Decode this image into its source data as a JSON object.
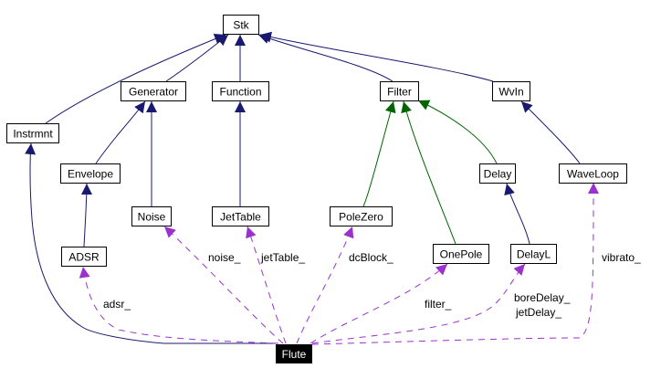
{
  "diagram": {
    "title": "Flute collaboration diagram",
    "colors": {
      "inheritance_public": "#191970",
      "inheritance_protected": "#006400",
      "usage": "#9a32cd",
      "focus_fill": "#000000",
      "focus_text": "#ffffff"
    },
    "nodes": [
      {
        "id": "Stk",
        "label": "Stk"
      },
      {
        "id": "Generator",
        "label": "Generator"
      },
      {
        "id": "Function",
        "label": "Function"
      },
      {
        "id": "Filter",
        "label": "Filter"
      },
      {
        "id": "WvIn",
        "label": "WvIn"
      },
      {
        "id": "Instrmnt",
        "label": "Instrmnt"
      },
      {
        "id": "Envelope",
        "label": "Envelope"
      },
      {
        "id": "Delay",
        "label": "Delay"
      },
      {
        "id": "WaveLoop",
        "label": "WaveLoop"
      },
      {
        "id": "Noise",
        "label": "Noise"
      },
      {
        "id": "JetTable",
        "label": "JetTable"
      },
      {
        "id": "PoleZero",
        "label": "PoleZero"
      },
      {
        "id": "ADSR",
        "label": "ADSR"
      },
      {
        "id": "OnePole",
        "label": "OnePole"
      },
      {
        "id": "DelayL",
        "label": "DelayL"
      },
      {
        "id": "Flute",
        "label": "Flute",
        "focus": true
      }
    ],
    "edges": [
      {
        "from": "Generator",
        "to": "Stk",
        "kind": "inheritance_public"
      },
      {
        "from": "Function",
        "to": "Stk",
        "kind": "inheritance_public"
      },
      {
        "from": "Filter",
        "to": "Stk",
        "kind": "inheritance_public"
      },
      {
        "from": "WvIn",
        "to": "Stk",
        "kind": "inheritance_public"
      },
      {
        "from": "Instrmnt",
        "to": "Stk",
        "kind": "inheritance_public"
      },
      {
        "from": "Envelope",
        "to": "Generator",
        "kind": "inheritance_public"
      },
      {
        "from": "Noise",
        "to": "Generator",
        "kind": "inheritance_public"
      },
      {
        "from": "JetTable",
        "to": "Function",
        "kind": "inheritance_public"
      },
      {
        "from": "PoleZero",
        "to": "Filter",
        "kind": "inheritance_protected"
      },
      {
        "from": "OnePole",
        "to": "Filter",
        "kind": "inheritance_protected"
      },
      {
        "from": "Delay",
        "to": "Filter",
        "kind": "inheritance_protected"
      },
      {
        "from": "WaveLoop",
        "to": "WvIn",
        "kind": "inheritance_public"
      },
      {
        "from": "ADSR",
        "to": "Envelope",
        "kind": "inheritance_public"
      },
      {
        "from": "DelayL",
        "to": "Delay",
        "kind": "inheritance_public"
      },
      {
        "from": "Flute",
        "to": "Instrmnt",
        "kind": "inheritance_public"
      },
      {
        "from": "Flute",
        "to": "ADSR",
        "kind": "usage",
        "label": "adsr_"
      },
      {
        "from": "Flute",
        "to": "Noise",
        "kind": "usage",
        "label": "noise_"
      },
      {
        "from": "Flute",
        "to": "JetTable",
        "kind": "usage",
        "label": "jetTable_"
      },
      {
        "from": "Flute",
        "to": "PoleZero",
        "kind": "usage",
        "label": "dcBlock_"
      },
      {
        "from": "Flute",
        "to": "OnePole",
        "kind": "usage",
        "label": "filter_"
      },
      {
        "from": "Flute",
        "to": "DelayL",
        "kind": "usage",
        "label": "boreDelay_\njetDelay_"
      },
      {
        "from": "Flute",
        "to": "WaveLoop",
        "kind": "usage",
        "label": "vibrato_"
      }
    ]
  }
}
